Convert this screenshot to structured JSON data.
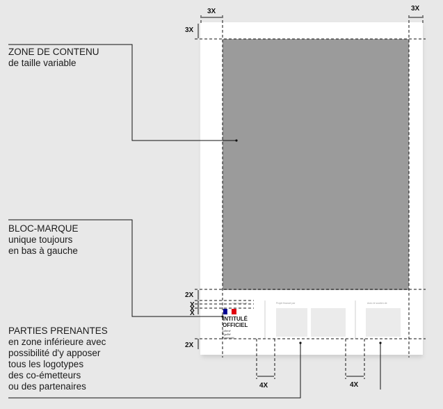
{
  "labels": {
    "content_zone": {
      "title": "ZONE DE CONTENU",
      "sub": "de taille variable"
    },
    "brand_block": {
      "title": "BLOC-MARQUE",
      "line1": "unique toujours",
      "line2": "en bas à gauche"
    },
    "stakeholders": {
      "title": "PARTIES PRENANTES",
      "line1": "en zone inférieure avec",
      "line2": "possibilité d'y apposer",
      "line3": "tous les logotypes",
      "line4": "des co-émetteurs",
      "line5": "ou des partenaires"
    }
  },
  "dimensions": {
    "top_left_3x": "3X",
    "top_right_3x": "3X",
    "left_3x": "3X",
    "gap_2x_top": "2X",
    "x1": "X",
    "x2": "X",
    "x3": "X",
    "gap_2x_bottom": "2X",
    "gap_4x_left": "4X",
    "gap_4x_right": "4X"
  },
  "footer": {
    "col1_label": "Une action de",
    "col2_label": "Projet financé par",
    "col3_label": "Avec le soutien de",
    "marque_line1": "INTITULÉ",
    "marque_line2": "OFFICIEL",
    "devise1": "Liberté",
    "devise2": "Égalité",
    "devise3": "Fraternité"
  },
  "colors": {
    "background": "#e8e8e8",
    "page": "#ffffff",
    "content_zone": "#9b9b9b",
    "logo_box": "#ebebeb",
    "flag_blue": "#000091",
    "flag_red": "#e1000f"
  }
}
